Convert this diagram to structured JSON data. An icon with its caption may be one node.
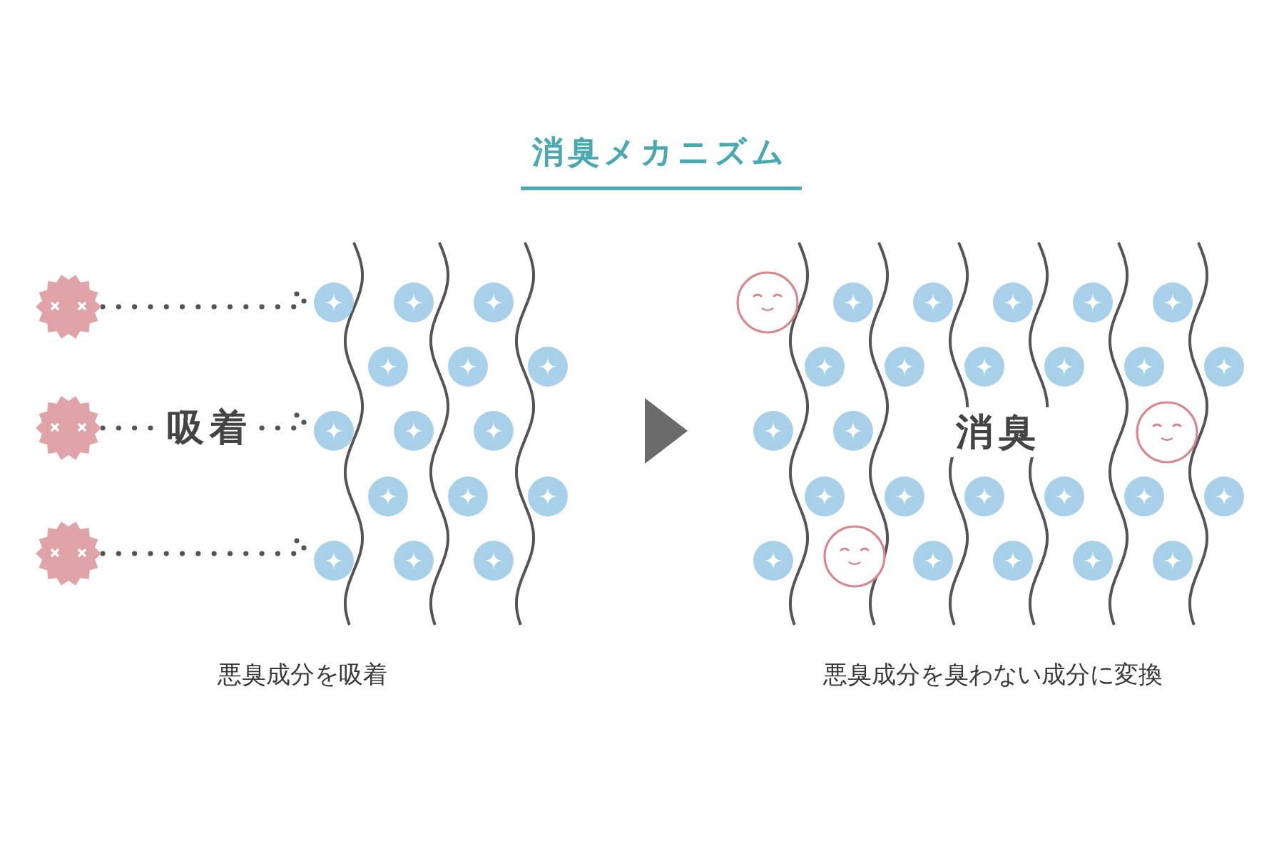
{
  "diagram": {
    "title": "消臭メカニズム",
    "nodes": [
      {
        "text": [],
        "shape": "star"
      },
      {
        "text": [],
        "shape": "star"
      },
      {
        "text": [],
        "shape": "star"
      },
      {
        "text": [],
        "shape": "picture"
      }
    ],
    "edges": [
      {
        "from": 0,
        "to": 3,
        "arrow": "none",
        "style": "dashed"
      },
      {
        "from": 1,
        "to": 3,
        "arrow": "none",
        "style": "dashed",
        "label": "吸着"
      },
      {
        "from": 2,
        "to": 3,
        "arrow": "none",
        "style": "dashed"
      }
    ],
    "labels": [
      "消臭",
      "悪臭成分を吸着",
      "悪臭成分を臭わない成分に変換"
    ]
  }
}
